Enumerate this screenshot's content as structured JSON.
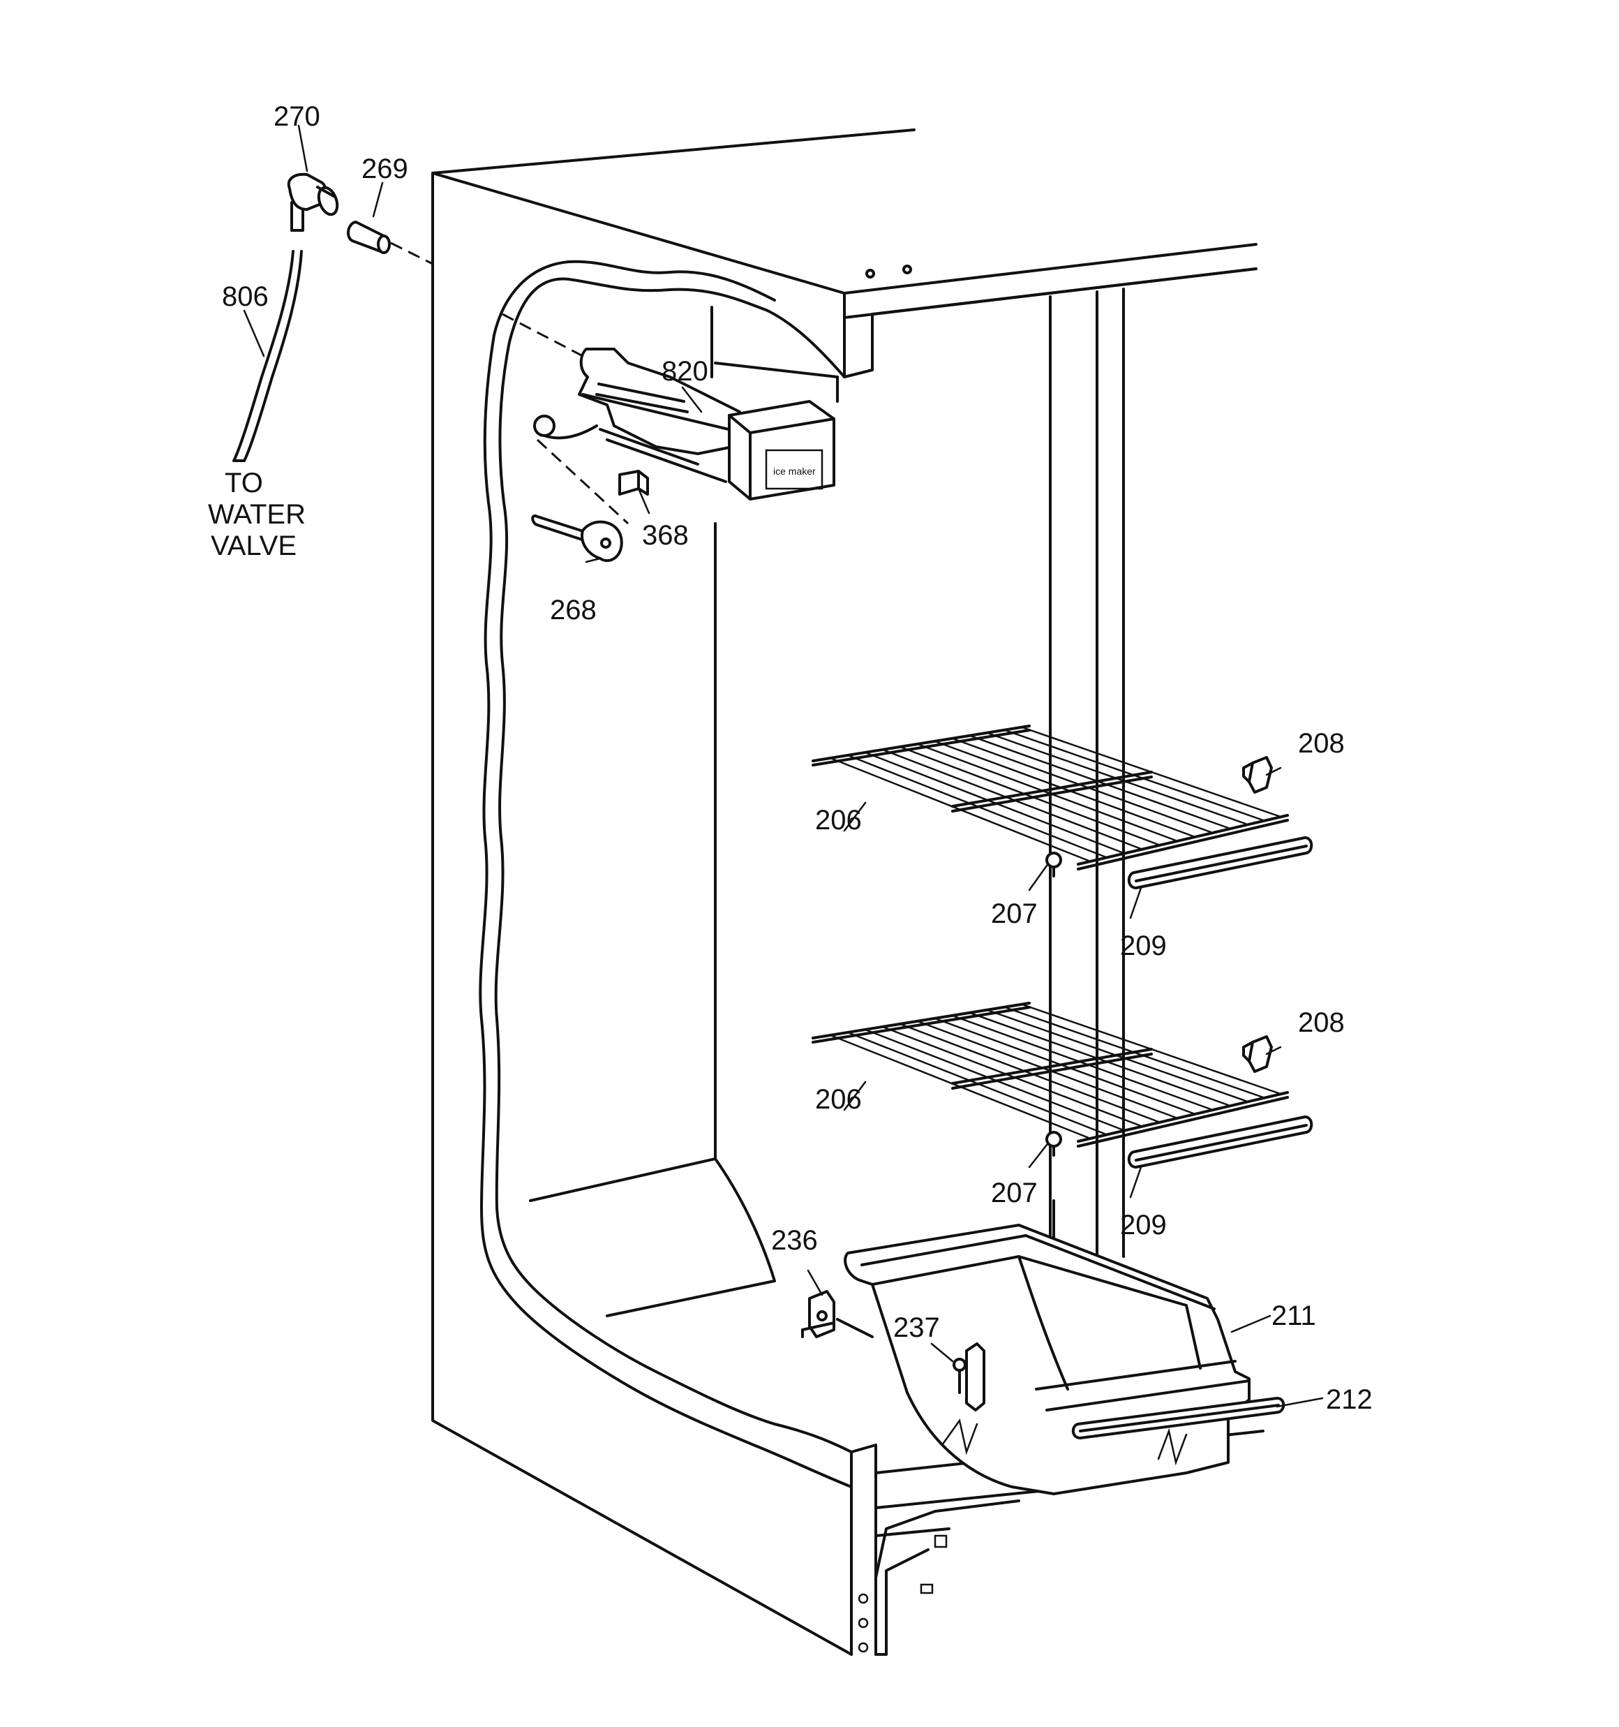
{
  "callouts": {
    "c270": "270",
    "c269": "269",
    "c806": "806",
    "water_valve_line1": "TO",
    "water_valve_line2": "WATER",
    "water_valve_line3": "VALVE",
    "c820": "820",
    "c368": "368",
    "c268": "268",
    "c208_top": "208",
    "c206_top": "206",
    "c207_top": "207",
    "c209_top": "209",
    "c208_bottom": "208",
    "c206_bottom": "206",
    "c207_bottom": "207",
    "c209_bottom": "209",
    "c236": "236",
    "c237": "237",
    "c211": "211",
    "c212": "212"
  },
  "parts": [
    {
      "id": "270",
      "name": "water fitting elbow"
    },
    {
      "id": "269",
      "name": "tube connector"
    },
    {
      "id": "806",
      "name": "water tube"
    },
    {
      "id": "820",
      "name": "ice maker"
    },
    {
      "id": "368",
      "name": "bracket"
    },
    {
      "id": "268",
      "name": "harness / plug"
    },
    {
      "id": "206",
      "name": "wire shelf"
    },
    {
      "id": "207",
      "name": "shelf support"
    },
    {
      "id": "208",
      "name": "shelf support clip"
    },
    {
      "id": "209",
      "name": "shelf trim"
    },
    {
      "id": "211",
      "name": "ice bucket"
    },
    {
      "id": "212",
      "name": "bucket handle trim"
    },
    {
      "id": "236",
      "name": "bucket support"
    },
    {
      "id": "237",
      "name": "bucket bracket"
    }
  ]
}
